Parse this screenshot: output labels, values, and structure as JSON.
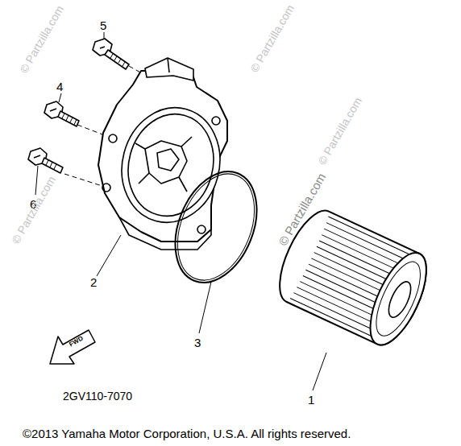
{
  "diagram": {
    "labels": [
      "5",
      "4",
      "6",
      "2",
      "3",
      "1",
      "FWD",
      "2GV110-7070",
      "©2013  Yamaha Motor Corporation, U.S.A. All rights reserved.",
      "© Partzilla.com",
      "© Partzilla.com",
      "© Partzilla.com",
      "© Partzilla.com",
      "© Partzilla.com"
    ]
  }
}
